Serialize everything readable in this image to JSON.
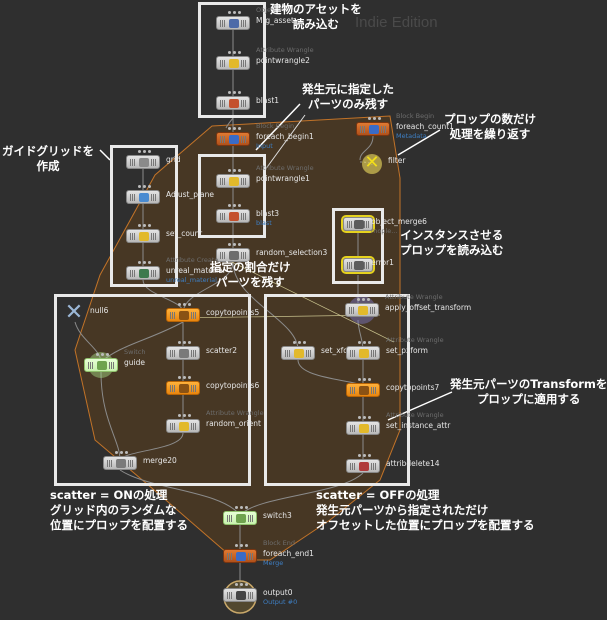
{
  "watermark": "Indie Edition",
  "colors": {
    "background": "#2f2f2f",
    "region": "#5c3f1f",
    "orange_node": "#f49a20",
    "annotation_box": "#e9e9e9",
    "wire": "#8b8b8b"
  },
  "nodes": {
    "mrg_asset": {
      "name": "Mrg_asset",
      "type": "Object Merge"
    },
    "pointwrangle2": {
      "name": "pointwrangle2",
      "type": "Attribute Wrangle"
    },
    "blast1": {
      "name": "blast1"
    },
    "foreach_begin1": {
      "name": "foreach_begin1",
      "type": "Block Begin",
      "badge": "Input"
    },
    "pointwrangle1": {
      "name": "pointwrangle1",
      "type": "Attribute Wrangle"
    },
    "blast3": {
      "name": "blast3",
      "badge": "blast"
    },
    "random_selection3": {
      "name": "random_selection3"
    },
    "foreach_count1": {
      "name": "foreach_count1",
      "type": "Block Begin",
      "badge": "Metadata"
    },
    "filter": {
      "name": "filter"
    },
    "object_merge6": {
      "name": "object_merge6",
      "badge": "mople..."
    },
    "error1": {
      "name": "error1"
    },
    "apply_offset_transform": {
      "name": "apply_offset_transform",
      "type": "Attribute Wrangle"
    },
    "grid": {
      "name": "grid"
    },
    "adjust_plane": {
      "name": "Adjust_plane"
    },
    "set_count": {
      "name": "set_count"
    },
    "unreal_material": {
      "name": "unreal_material",
      "type": "Attribute Create",
      "badge": "unreal_material"
    },
    "null6": {
      "name": "null6"
    },
    "copytopoints5": {
      "name": "copytopoints5"
    },
    "guide": {
      "name": "guide",
      "type": "Switch"
    },
    "scatter2": {
      "name": "scatter2"
    },
    "copytopoints6": {
      "name": "copytopoints6"
    },
    "random_orient": {
      "name": "random_orient",
      "type": "Attribute Wrangle"
    },
    "merge20": {
      "name": "merge20"
    },
    "set_xform": {
      "name": "set_xform"
    },
    "set_pxform": {
      "name": "set_pxform",
      "type": "Attribute Wrangle"
    },
    "copytopoints7": {
      "name": "copytopoints7"
    },
    "set_instance_attr": {
      "name": "set_instance_attr",
      "type": "Attribute Wrangle"
    },
    "attribdelete14": {
      "name": "attribdelete14"
    },
    "switch3": {
      "name": "switch3"
    },
    "foreach_end1": {
      "name": "foreach_end1",
      "type": "Block End",
      "badge": "Merge"
    },
    "output0": {
      "name": "output0",
      "badge": "Output #0"
    }
  },
  "annotations": {
    "load_asset": [
      "建物のアセットを",
      "読み込む"
    ],
    "keep_specified": [
      "発生元に指定した",
      "パーツのみ残す"
    ],
    "repeat_props": [
      "プロップの数だけ",
      "処理を繰り返す"
    ],
    "guide_grid": [
      "ガイドグリッドを",
      "作成"
    ],
    "keep_ratio": [
      "指定の割合だけ",
      "パーツを残す"
    ],
    "load_props": [
      "インスタンスさせる",
      "プロップを読み込む"
    ],
    "apply_transform": [
      "発生元パーツのTransformを",
      "プロップに適用する"
    ],
    "scatter_on": [
      "scatter = ONの処理",
      "グリッド内のランダムな",
      "位置にプロップを配置する"
    ],
    "scatter_off": [
      "scatter = OFFの処理",
      "発生元パーツから指定されただけ",
      "オフセットした位置にプロップを配置する"
    ]
  }
}
